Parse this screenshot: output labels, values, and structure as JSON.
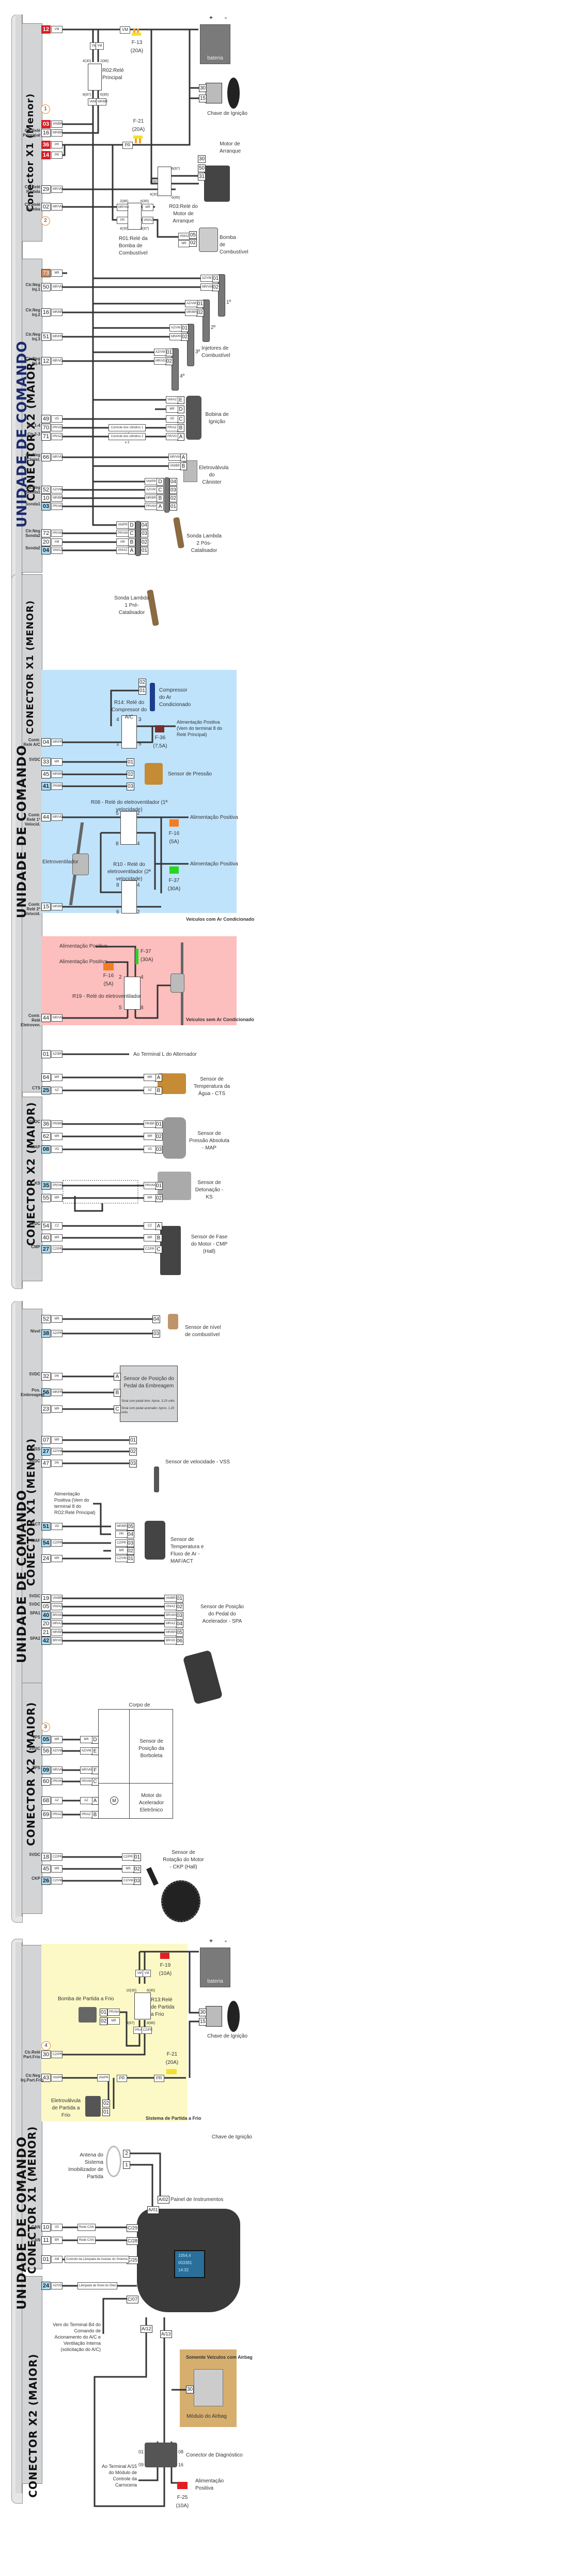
{
  "ecu": {
    "unit_title": "UNIDADE DE COMANDO",
    "blocks": [
      {
        "title": "Conector X1 (Menor)"
      },
      {
        "title": "CONECTOR X2 (MAIOR)"
      },
      {
        "title": "CONECTOR X1 (MENOR)"
      },
      {
        "title": "CONECTOR X2 (MAIOR)"
      },
      {
        "title": "CONECTOR X1 (MENOR)"
      },
      {
        "title": "CONECTOR X2 (MAIOR)"
      },
      {
        "title": "CONECTOR X1 (MENOR)"
      },
      {
        "title": "CONECTOR X2 (MAIOR)"
      }
    ]
  },
  "section1": {
    "badges": [
      "1",
      "2"
    ],
    "pins": [
      {
        "pin": "12",
        "wire": "VM",
        "label": "",
        "style": "red"
      },
      {
        "pin": "03",
        "wire": "VM/BR",
        "label": "",
        "style": "red"
      },
      {
        "pin": "16",
        "wire": "MR/BR",
        "label": "Ctr.Relé Principal",
        "style": ""
      },
      {
        "pin": "36",
        "wire": "PR",
        "label": "",
        "style": "red"
      },
      {
        "pin": "14",
        "wire": "PR",
        "label": "",
        "style": "red"
      },
      {
        "pin": "29",
        "wire": "MR/VM",
        "label": "Ctr.Relé Partida",
        "style": ""
      },
      {
        "pin": "02",
        "wire": "MR/VM",
        "label": "Ctr.Relé Bomba",
        "style": ""
      }
    ],
    "fuse_f13": {
      "name": "F-13",
      "rating": "(20A)",
      "wire": "VM"
    },
    "fuse_f21": {
      "name": "F-21",
      "rating": "(20A)",
      "wire": "PR"
    },
    "relay_r02": {
      "name": "R02:Relé Principal",
      "t1": "4(30)",
      "t2": "2(86)",
      "t3": "8(87)",
      "t4": "6(85)",
      "w1": "VM",
      "w2": "VM",
      "w3": "VM/BR",
      "w4": "MR/BR"
    },
    "relay_r03": {
      "name": "R03:Relé do Motor de Arranque",
      "t1": "8(87)",
      "t2": "2(86)",
      "t3": "4(30)",
      "t4": "6(85)"
    },
    "relay_r01": {
      "name": "R01:Relé da Bomba de Combustível",
      "t1": "2(86)",
      "t2": "6(85)",
      "t3": "4(30)",
      "t4": "8(87)",
      "w1": "MR/VM",
      "w2": "MR",
      "w3": "PR",
      "w4": "VM/AZ"
    },
    "battery": {
      "label": "bateria",
      "plus": "+",
      "minus": "-"
    },
    "ignition": {
      "label": "Chave de Ignição",
      "t30": "30",
      "t15": "15"
    },
    "starter": {
      "label": "Motor de Arranque",
      "t30": "30",
      "t50": "50",
      "t31": "31"
    },
    "fuel_pump": {
      "label": "Bomba de Combustível",
      "t1": "05",
      "t2": "02",
      "w1": "VM/AZ",
      "w2": "MR"
    }
  },
  "section2": {
    "pins": [
      {
        "pin": "73",
        "wire": "MR",
        "label": "",
        "style": "brown"
      },
      {
        "pin": "50",
        "wire": "MR/VM",
        "label": "Ctr.Neg Inj.1",
        "style": ""
      },
      {
        "pin": "16",
        "wire": "MR/BR",
        "label": "Ctr.Neg Inj.2",
        "style": ""
      },
      {
        "pin": "51",
        "wire": "MR/PR",
        "label": "Ctr.Neg Inj.3",
        "style": ""
      },
      {
        "pin": "12",
        "wire": "MR/VD",
        "label": "Ctr.Neg Inj.4",
        "style": ""
      },
      {
        "pin": "49",
        "wire": "VD",
        "label": "",
        "style": ""
      },
      {
        "pin": "70",
        "wire": "PR/VD",
        "label": "Ctr.1-4",
        "style": ""
      },
      {
        "pin": "71",
        "wire": "PR/AZ",
        "label": "Ctr.2-3",
        "style": ""
      },
      {
        "pin": "66",
        "wire": "MR/VM",
        "label": "Ctr.Neg Cânist.",
        "style": ""
      },
      {
        "pin": "52",
        "wire": "AZ/VM",
        "label": "Ctr.Neg Sonda1",
        "style": ""
      },
      {
        "pin": "10",
        "wire": "MR/BR",
        "label": "",
        "style": ""
      },
      {
        "pin": "03",
        "wire": "PR/AM",
        "label": "Sonda1",
        "style": "blue"
      },
      {
        "pin": "72",
        "wire": "PR/VM",
        "label": "Ctr.Neg Sonda2",
        "style": ""
      },
      {
        "pin": "20",
        "wire": "AM",
        "label": "",
        "style": ""
      },
      {
        "pin": "04",
        "wire": "VM/AZ",
        "label": "Sonda2",
        "style": "blue"
      }
    ],
    "injectors": [
      {
        "order": "1º",
        "w1": "AZ/VM",
        "w2": "MR/VM",
        "t1": "01",
        "t2": "02"
      },
      {
        "order": "2º",
        "w1": "AZ/VM",
        "w2": "MR/BR",
        "t1": "01",
        "t2": "02"
      },
      {
        "order": "3º",
        "w1": "AZ/VM",
        "w2": "MR/PR",
        "t1": "01",
        "t2": "02"
      },
      {
        "order": "4º",
        "w1": "AZ/VM",
        "w2": "MR/VD",
        "t1": "01",
        "t2": "02"
      }
    ],
    "injectors_label": "Injetores de Combustível",
    "coil": {
      "label": "Bobina de Ignição",
      "terms": [
        {
          "t": "E",
          "w": "VM/AZ"
        },
        {
          "t": "D",
          "w": "MR"
        },
        {
          "t": "C",
          "w": "VD"
        },
        {
          "t": "B",
          "w": "PR/AZ"
        },
        {
          "t": "A",
          "w": "PR/VD"
        }
      ],
      "ctrl14": "Controle dos cilindros 1 e 4",
      "ctrl23": "Controle dos cilindros 2 e 3"
    },
    "canister": {
      "label": "Eletroválvula do Cânister",
      "terms": [
        {
          "t": "A",
          "w": "MR/VM"
        },
        {
          "t": "B",
          "w": "VM/BR"
        }
      ]
    },
    "lambda2": {
      "label": "Sonda Lambda 2 Pós-Catalisador",
      "terms": [
        {
          "t": "D",
          "n": "04",
          "w": "VM/PR"
        },
        {
          "t": "C",
          "n": "03",
          "w": "AZ/VM"
        },
        {
          "t": "B",
          "n": "02",
          "w": "MR/BR"
        },
        {
          "t": "A",
          "n": "01",
          "w": "PR/AM"
        }
      ]
    },
    "lambda1": {
      "label": "Sonda Lambda 1 Pré-Catalisador",
      "terms": [
        {
          "t": "D",
          "n": "04",
          "w": "VM/PR"
        },
        {
          "t": "C",
          "n": "03",
          "w": "PR/VM"
        },
        {
          "t": "B",
          "n": "02",
          "w": "AM"
        },
        {
          "t": "A",
          "n": "01",
          "w": "VM/AZ"
        }
      ]
    }
  },
  "section3": {
    "ac_zone_label": "Veículos com Ar Condicionado",
    "noac_zone_label": "Veículos sem Ar Condicionado",
    "pins_ac": [
      {
        "pin": "04",
        "wire": "MR/PR",
        "label": "Contr. Relé A/C",
        "style": ""
      },
      {
        "pin": "33",
        "wire": "MR",
        "label": "5VDC",
        "style": ""
      },
      {
        "pin": "45",
        "wire": "MR/BR",
        "label": "",
        "style": ""
      },
      {
        "pin": "41",
        "wire": "PR/BR",
        "label": "",
        "style": "blue"
      },
      {
        "pin": "44",
        "wire": "MR/VM",
        "label": "Contr. Relé 1ª Velocid.",
        "style": ""
      },
      {
        "pin": "15",
        "wire": "MR/BR",
        "label": "Contr. Relé 2ª Velocid.",
        "style": ""
      }
    ],
    "compressor": {
      "label": "Compressor do Ar Condicionado",
      "t1": "02",
      "t2": "01"
    },
    "relay_r14": {
      "name": "R14: Relé do Compressor do A/C",
      "t4": "4",
      "t3": "3",
      "t1": "1",
      "t5": "5"
    },
    "fuse_f36": {
      "name": "F-36",
      "rating": "(7,5A)"
    },
    "feed_r02": "Alimentação Positiva (Vem do terminal 8 do Relé Principal)",
    "pressure_sensor": {
      "label": "Sensor de Pressão",
      "terms": [
        "01",
        "02",
        "03"
      ]
    },
    "relay_r08": {
      "name": "R08 - Relé do eletroventilador (1ª velocidade)",
      "t5": "5",
      "t2": "2",
      "t8": "8",
      "t4": "4"
    },
    "relay_r10": {
      "name": "R10 - Relé do eletroventilador (2ª velocidade)",
      "t8": "8",
      "t4": "4",
      "t6": "6",
      "t2": "2"
    },
    "fan_label": "Eletroventilador",
    "fuse_f16": {
      "name": "F-16",
      "rating": "(5A)"
    },
    "fuse_f37": {
      "name": "F-37",
      "rating": "(30A)"
    },
    "feed_label": "Alimentação Positiva",
    "pins_noac": [
      {
        "pin": "44",
        "wire": "MR/VM",
        "label": "Contr. Relé Eletroven.",
        "style": ""
      }
    ],
    "relay_r19": {
      "name": "R19 - Relé do eletroventilador",
      "t2": "2",
      "t4": "4",
      "t5": "5",
      "t8": "8"
    }
  },
  "section4": {
    "pins": [
      {
        "pin": "01",
        "wire": "AZ/BR",
        "label": "",
        "style": ""
      },
      {
        "pin": "64",
        "wire": "MR",
        "label": "",
        "style": ""
      },
      {
        "pin": "25",
        "wire": "AZ",
        "label": "CTS",
        "style": "blue"
      },
      {
        "pin": "36",
        "wire": "PR/BR",
        "label": "5VDC",
        "style": ""
      },
      {
        "pin": "62",
        "wire": "MR",
        "label": "",
        "style": ""
      },
      {
        "pin": "08",
        "wire": "VD",
        "label": "MAP",
        "style": "blue"
      },
      {
        "pin": "35",
        "wire": "PR/VM",
        "label": "KS",
        "style": "blue"
      },
      {
        "pin": "55",
        "wire": "MR",
        "label": "",
        "style": ""
      },
      {
        "pin": "54",
        "wire": "CZ",
        "label": "5VDC",
        "style": ""
      },
      {
        "pin": "40",
        "wire": "MR",
        "label": "",
        "style": ""
      },
      {
        "pin": "27",
        "wire": "CZ/PR",
        "label": "CMP",
        "style": "blue"
      }
    ],
    "alternator": "Ao Terminal L do Alternador",
    "cts": {
      "label": "Sensor de Temperatura da Água - CTS",
      "terms": [
        {
          "t": "A",
          "w": "MR"
        },
        {
          "t": "B",
          "w": "AZ"
        }
      ]
    },
    "map": {
      "label": "Sensor de Pressão Absoluta - MAP",
      "terms": [
        {
          "t": "01",
          "w": "PR/BR"
        },
        {
          "t": "02",
          "w": "MR"
        },
        {
          "t": "03",
          "w": "VD"
        }
      ]
    },
    "ks": {
      "label": "Sensor de Detonação - KS",
      "terms": [
        {
          "t": "01",
          "w": "PR/VM"
        },
        {
          "t": "02",
          "w": "MR"
        }
      ]
    },
    "cmp": {
      "label": "Sensor de Fase do Motor - CMP (Hall)",
      "terms": [
        {
          "t": "A",
          "w": "CZ"
        },
        {
          "t": "B",
          "w": "MR"
        },
        {
          "t": "C",
          "w": "CZ/PR"
        }
      ]
    }
  },
  "section5": {
    "pins": [
      {
        "pin": "52",
        "wire": "MR",
        "label": "",
        "style": ""
      },
      {
        "pin": "38",
        "wire": "AZ/PR",
        "label": "Nível",
        "style": "blue"
      },
      {
        "pin": "32",
        "wire": "PR",
        "label": "5VDC",
        "style": ""
      },
      {
        "pin": "56",
        "wire": "MR/PR",
        "label": "Pos. Embreagem",
        "style": "blue"
      },
      {
        "pin": "23",
        "wire": "MR",
        "label": "",
        "style": ""
      },
      {
        "pin": "07",
        "wire": "MR",
        "label": "",
        "style": ""
      },
      {
        "pin": "27",
        "wire": "AZ/VM",
        "label": "VSS",
        "style": "blue"
      },
      {
        "pin": "47",
        "wire": "PR",
        "label": "5VDC",
        "style": ""
      },
      {
        "pin": "51",
        "wire": "VD",
        "label": "ACT",
        "style": "blue"
      },
      {
        "pin": "54",
        "wire": "CZ/PR",
        "label": "MAF",
        "style": "blue"
      },
      {
        "pin": "24",
        "wire": "MR",
        "label": "",
        "style": ""
      },
      {
        "pin": "19",
        "wire": "VM/BR",
        "label": "5VDC",
        "style": ""
      },
      {
        "pin": "05",
        "wire": "VM/AZ",
        "label": "5VDC",
        "style": ""
      },
      {
        "pin": "40",
        "wire": "BR/AM",
        "label": "SPA1",
        "style": "blue"
      },
      {
        "pin": "20",
        "wire": "MR/AZ",
        "label": "",
        "style": ""
      },
      {
        "pin": "21",
        "wire": "MR/BR",
        "label": "",
        "style": ""
      },
      {
        "pin": "42",
        "wire": "BR/VD",
        "label": "SPA2",
        "style": "blue"
      }
    ],
    "fuel_level": {
      "label": "Sensor de nível de combustível",
      "terms": [
        "04",
        "03"
      ]
    },
    "clutch": {
      "label": "Sensor de Posição do Pedal da Embreagem",
      "note1": "Sinal com pedal livre: Aprox. 3,20 volts",
      "note2": "Sinal com pedal acionado: Aprox. 1,20 volts",
      "terms": [
        "A",
        "B",
        "C"
      ]
    },
    "vss": {
      "label": "Sensor de velocidade - VSS",
      "terms": [
        "01",
        "02",
        "03"
      ]
    },
    "maf_feed": "Alimentação Positiva (Vem do terminal 8 do RO2:Relé Principal)",
    "maf": {
      "label": "Sensor de Temperatura e Fluxo de Ar - MAF/ACT",
      "terms": [
        {
          "t": "05",
          "w": "MR/BR"
        },
        {
          "t": "04",
          "w": "PR"
        },
        {
          "t": "03",
          "w": "CZ/PR"
        },
        {
          "t": "02",
          "w": "MR"
        },
        {
          "t": "01",
          "w": "CZ/VM"
        }
      ]
    },
    "spa": {
      "label": "Sensor de Posição do Pedal do Acelerador - SPA",
      "terms": [
        {
          "t": "01",
          "w": "VM/BR"
        },
        {
          "t": "02",
          "w": "VM/AZ"
        },
        {
          "t": "03",
          "w": "BR/AM"
        },
        {
          "t": "04",
          "w": "MR/AZ"
        },
        {
          "t": "05",
          "w": "MR/BR"
        },
        {
          "t": "06",
          "w": "BR/VD"
        }
      ]
    }
  },
  "section6": {
    "badge": "3",
    "pins": [
      {
        "pin": "05",
        "wire": "MR",
        "label": "TPS",
        "style": "blue"
      },
      {
        "pin": "56",
        "wire": "AZ/VM",
        "label": "5VDC",
        "style": ""
      },
      {
        "pin": "09",
        "wire": "MR/VM",
        "label": "TPS",
        "style": "blue"
      },
      {
        "pin": "60",
        "wire": "PR/VM",
        "label": "",
        "style": ""
      },
      {
        "pin": "68",
        "wire": "AZ",
        "label": "",
        "style": ""
      },
      {
        "pin": "69",
        "wire": "PR/AZ",
        "label": "",
        "style": ""
      },
      {
        "pin": "18",
        "wire": "CZ/PR",
        "label": "5VDC",
        "style": ""
      },
      {
        "pin": "45",
        "wire": "MR",
        "label": "",
        "style": ""
      },
      {
        "pin": "26",
        "wire": "CZ/VM",
        "label": "CKP",
        "style": "blue"
      }
    ],
    "throttle": {
      "title": "Corpo de Borboleta",
      "tps_label": "Sensor de Posição da Borboleta",
      "motor_label": "Motor do Acelerador Eletrônico",
      "motor_glyph": "M",
      "terms": [
        {
          "t": "D",
          "w": "MR"
        },
        {
          "t": "E",
          "w": "AZ/VM"
        },
        {
          "t": "F",
          "w": "MR/VM"
        },
        {
          "t": "C",
          "w": "PR/VM"
        },
        {
          "t": "A",
          "w": "AZ"
        },
        {
          "t": "B",
          "w": "PR/AZ"
        }
      ]
    },
    "ckp": {
      "label": "Sensor de Rotação do Motor - CKP (Hall)",
      "terms": [
        {
          "t": "01",
          "w": "CZ/PR"
        },
        {
          "t": "02",
          "w": "MR"
        },
        {
          "t": "03",
          "w": "CZ/VM"
        }
      ]
    }
  },
  "section7": {
    "badge": "4",
    "zone_label": "Sistema de Partida a Frio",
    "pins": [
      {
        "pin": "30",
        "wire": "CZ/PR",
        "label": "Ctr.Relé Part.Frio",
        "style": ""
      },
      {
        "pin": "43",
        "wire": "VM/PR",
        "label": "Ctr.Neg Inj.Part.Frio",
        "style": ""
      }
    ],
    "fuse_f19": {
      "name": "F-19",
      "rating": "(10A)"
    },
    "fuse_f21": {
      "name": "F-21",
      "rating": "(20A)",
      "wire": "PR"
    },
    "relay_r13": {
      "name": "R13:Relé de Partida a Frio",
      "t1": "10(30)",
      "t2": "6(85)",
      "t3": "9(87)",
      "t4": "8(86)",
      "w1": "VM",
      "w2": "VM",
      "w3": "PR/AM",
      "w4": "CZ/PR"
    },
    "cold_pump": {
      "label": "Bomba de Partida a Frio",
      "terms": [
        {
          "t": "01",
          "w": "PR/AM"
        },
        {
          "t": "02",
          "w": "MR"
        }
      ]
    },
    "cold_valve": {
      "label": "Eletroválvula de Partida a Frio",
      "terms": [
        {
          "t": "02",
          "w": "VM/PR"
        },
        {
          "t": "01",
          "w": "PR"
        }
      ]
    },
    "battery": {
      "label": "bateria",
      "plus": "+",
      "minus": "-"
    },
    "ignition": {
      "label": "Chave de Ignição",
      "t30": "30",
      "t15": "15"
    }
  },
  "section8": {
    "ignition_label": "Chave de Ignição",
    "antenna": {
      "label": "Antena do Sistema Imobilizador de Partida",
      "t2": "2",
      "t1": "1"
    },
    "cluster": {
      "label": "Painel de Instrumentos",
      "odo": "1054,4",
      "trip": "003381",
      "clock": "14:32",
      "terms": [
        "A/02",
        "A/01",
        "C/29",
        "C/28",
        "C/25",
        "C/07",
        "A/12",
        "A/13"
      ]
    },
    "pins": [
      {
        "pin": "10",
        "wire": "VD",
        "label": "CAN",
        "style": "",
        "bus": "Rede CAN"
      },
      {
        "pin": "11",
        "wire": "BR",
        "label": "CAN",
        "style": "",
        "bus": "Rede CAN"
      },
      {
        "pin": "01",
        "wire": "AM",
        "label": "",
        "style": "",
        "bus": "Controle da Lâmpada de Avarias do Sistema"
      },
      {
        "pin": "24",
        "wire": "AZ/VD",
        "label": "",
        "style": "blue",
        "bus": "Lâmpada de Nível do Óleo"
      }
    ],
    "ac_request": "Vem do Terminal B4 do Comando de Acionamento do A/C e Ventilação Interna (solicitação do A/C)",
    "airbag": {
      "zone_label": "Somente Veículos com Airbag",
      "label": "Módulo do Airbag",
      "term": "30"
    },
    "obd": {
      "label": "Conector de Diagnóstico",
      "p01": "01",
      "p08": "08",
      "p09": "09",
      "p16": "16"
    },
    "bcm": "Ao Terminal A/15 do Módulo de Controle da Carroceria",
    "fuse_f25": {
      "name": "F-25",
      "rating": "(10A)"
    },
    "feed_label": "Alimentação Positiva"
  },
  "colors": {
    "wire": "#333333",
    "ac_zone": "#bfe3fb",
    "noac_zone": "#fdbebe",
    "cold_zone": "#fcf9c6",
    "airbag_zone": "#d6ae6e",
    "pin_red": "#d62027",
    "pin_blue": "#a9dcf5",
    "badge": "#e98a2b"
  }
}
